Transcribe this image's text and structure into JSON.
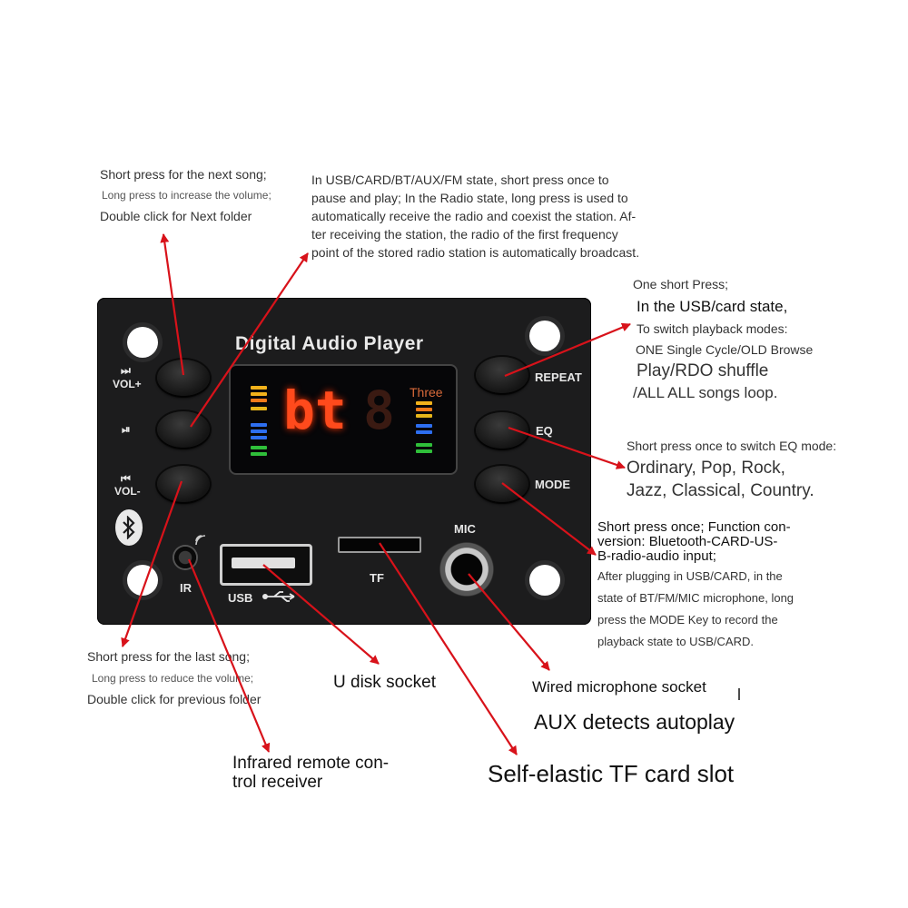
{
  "board": {
    "title": "Digital Audio Player",
    "display_text": "bt",
    "display_tag": "Three",
    "btn_vol_plus": "VOL+",
    "btn_vol_minus": "VOL-",
    "icon_next": "⏭",
    "icon_play": "⏯",
    "icon_prev": "⏮",
    "btn_repeat": "REPEAT",
    "btn_eq": "EQ",
    "btn_mode": "MODE",
    "label_ir": "IR",
    "label_usb": "USB",
    "label_tf": "TF",
    "label_mic": "MIC",
    "bluetooth_icon": "bluetooth-icon",
    "usb_icon": "usb-icon"
  },
  "annotations": {
    "next_song": [
      "Short press for the next song;",
      "Long press to increase the volume;",
      "Double click for Next folder"
    ],
    "play_pause": [
      "In USB/CARD/BT/AUX/FM state, short press once to",
      "pause and play; In the Radio state, long press is used to",
      "automatically receive the radio and coexist the station. Af-",
      "ter receiving the station, the radio of the first frequency",
      "point of the stored radio station is automatically broadcast."
    ],
    "repeat": [
      "One short Press;",
      "In the USB/card state,",
      "To switch playback modes:",
      "ONE Single Cycle/OLD Browse",
      "Play/RDO shuffle",
      "/ALL ALL songs loop."
    ],
    "eq": [
      "Short press once to switch EQ mode:",
      "Ordinary, Pop, Rock,",
      "Jazz, Classical, Country."
    ],
    "mode": [
      "Short press once; Function con-",
      "version: Bluetooth-CARD-US-",
      "B-radio-audio input;",
      "After plugging in USB/CARD, in the",
      "state of BT/FM/MIC microphone, long",
      "press the MODE Key to record the",
      "playback state to USB/CARD."
    ],
    "last_song": [
      "Short press for the last song;",
      "Long press to reduce the volume;",
      "Double click for previous folder"
    ],
    "u_disk": "U disk socket",
    "mic_socket": "Wired microphone socket",
    "aux": "AUX detects autoplay",
    "ir_receiver": [
      "Infrared remote con-",
      "trol receiver"
    ],
    "tf_slot": "Self-elastic TF card slot"
  },
  "colors": {
    "arrow": "#d8121a",
    "board": "#1c1c1d",
    "led": "#ff4a1c"
  }
}
